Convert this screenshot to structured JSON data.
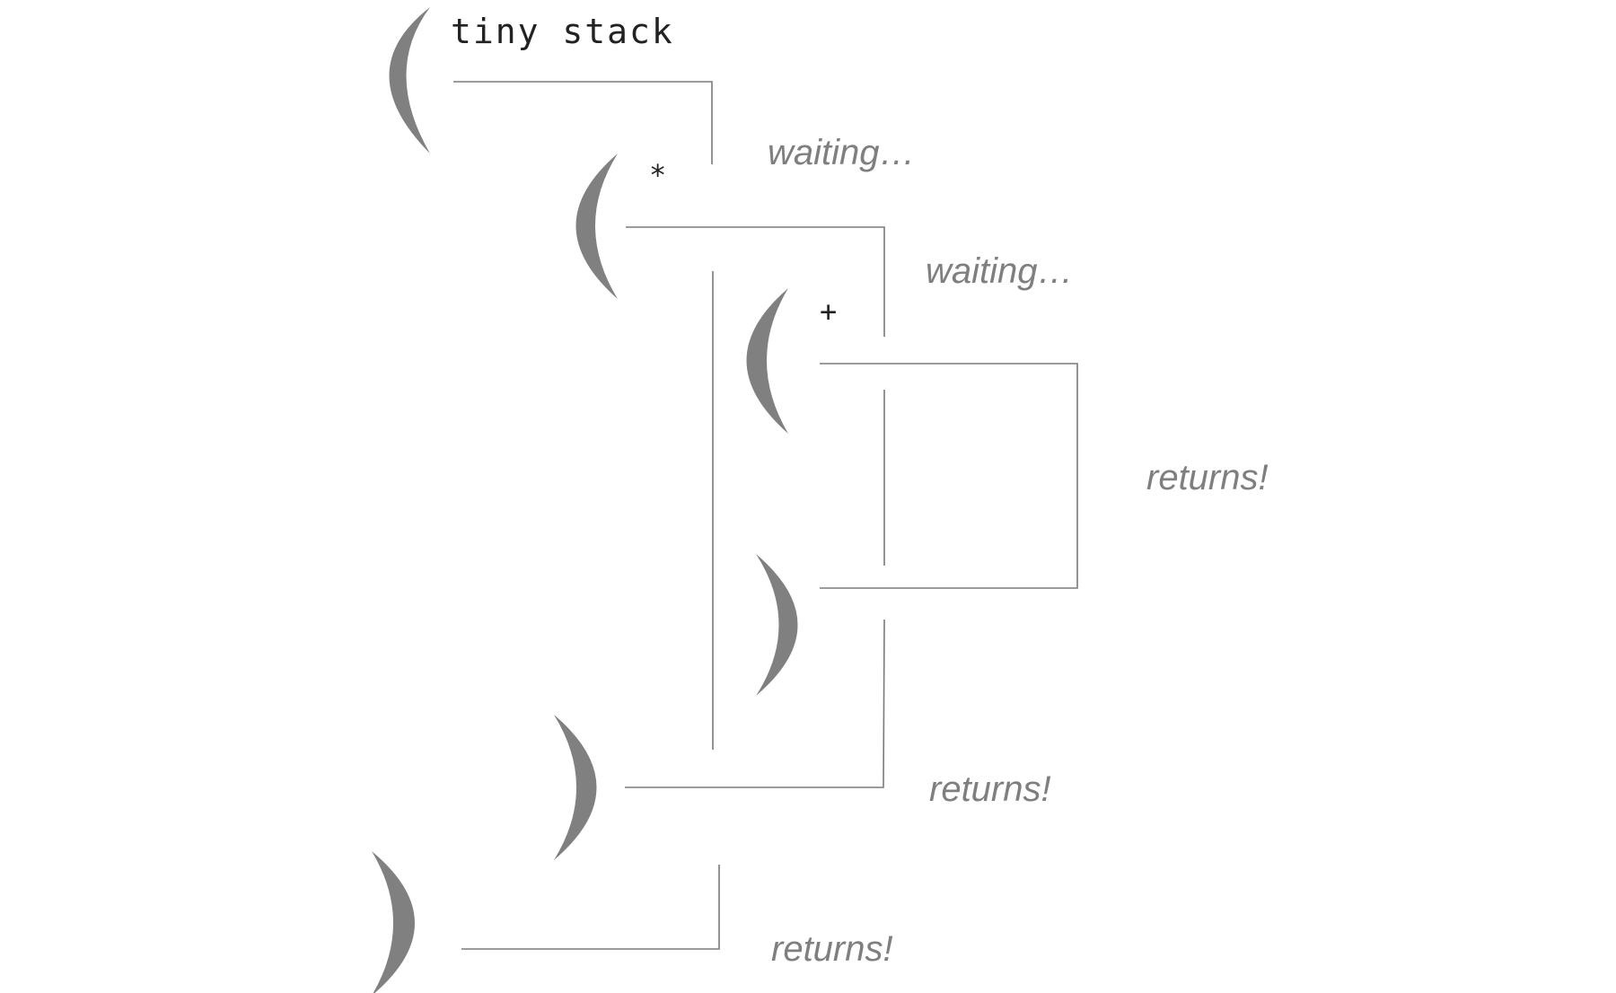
{
  "diagram": {
    "title": "tiny stack",
    "operators": {
      "outer": "*",
      "inner": "+"
    },
    "status": {
      "outer_waiting": "waiting…",
      "inner_waiting": "waiting…",
      "inner_returns": "returns!",
      "middle_returns": "returns!",
      "outer_returns": "returns!"
    },
    "colors": {
      "paren": "#808080",
      "connector": "#7a7a7a",
      "code_text": "#222222",
      "status_text": "#7f7f7f",
      "background": "#ffffff"
    }
  }
}
